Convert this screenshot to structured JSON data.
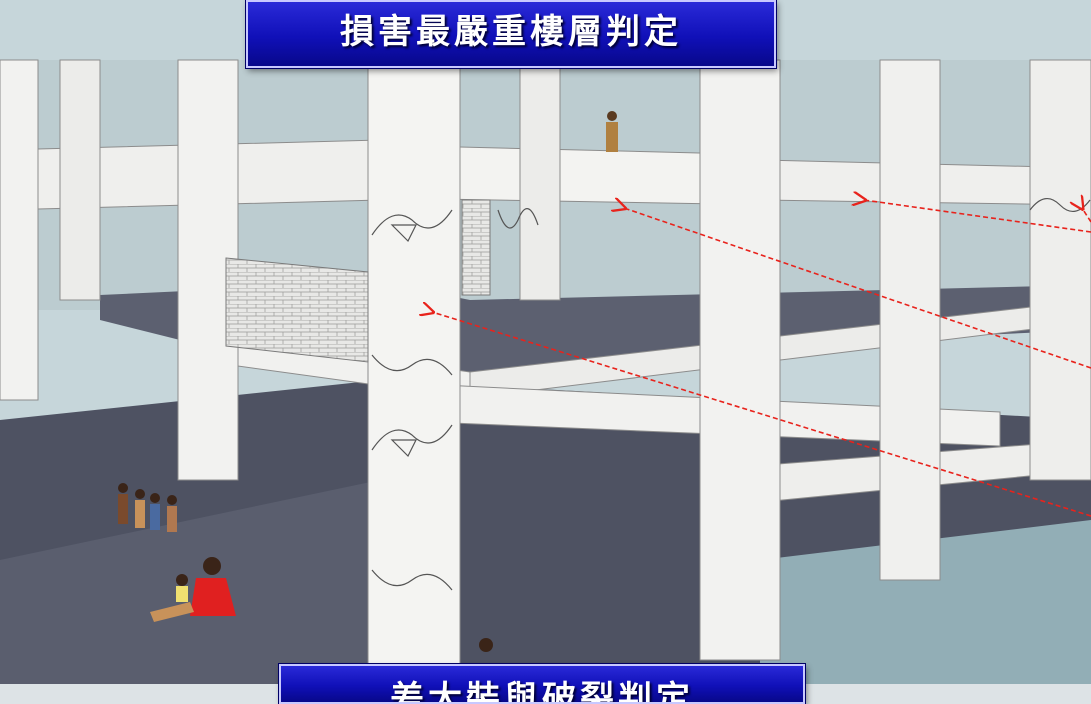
{
  "banners": {
    "top_title": "損害最嚴重樓層判定",
    "bottom_title": "差大裝與破裂判定"
  },
  "colors": {
    "annotation_arrow": "#e8231c",
    "banner_blue": "#1515c8",
    "slab_dark": "#4e5262",
    "concrete": "#f4f4f2",
    "glass": "#b9cfd3"
  },
  "illustration": {
    "arrow_count": 4
  }
}
